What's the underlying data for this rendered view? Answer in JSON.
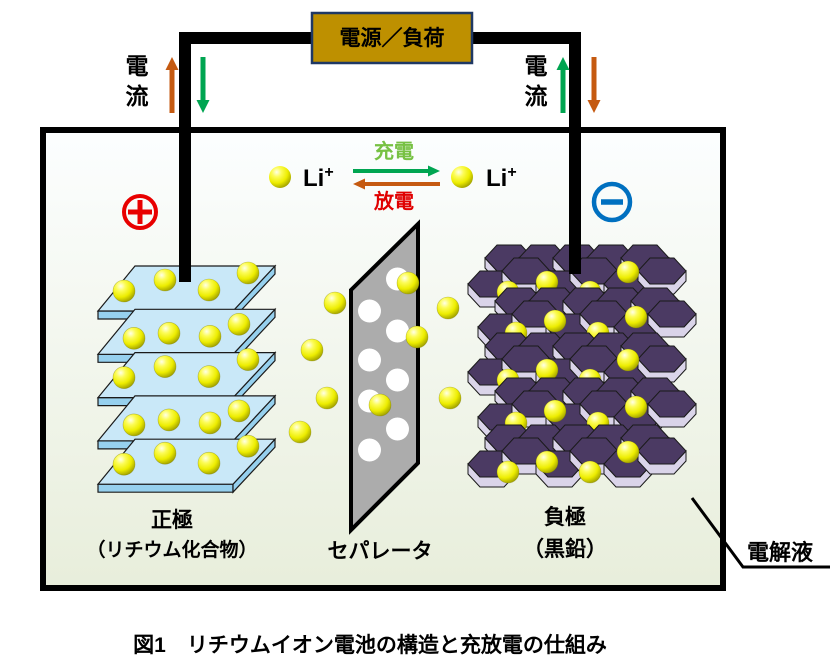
{
  "palette": {
    "wire": "#000000",
    "power_box_fill": "#BE9000",
    "power_box_border": "#1F3864",
    "charge_green": "#00A551",
    "charge_text_green": "#77C143",
    "discharge_orange": "#C55A11",
    "discharge_text_red": "#E00000",
    "plus_red": "#E80000",
    "minus_blue": "#0070C0",
    "plate_top": "#C9E8F8",
    "plate_side": "#96D0EE",
    "hex_top": "#4B3A63",
    "hex_side": "#DAD4E9",
    "separator_fill": "#ACACAC",
    "separator_hole": "#FFFFFF",
    "case_bg_top": "#FCFEFF",
    "case_bg_bottom": "#E8EEDB",
    "ion_yellow": "#F0F000"
  },
  "labels": {
    "power_box": "電源／負荷",
    "current": "電流",
    "charge": "充電",
    "discharge": "放電",
    "li": "Li",
    "plus_sign": "+",
    "cathode_line1": "正極",
    "cathode_line2": "（リチウム化合物）",
    "separator": "セパレータ",
    "anode_line1": "負極",
    "anode_line2": "（黒鉛）",
    "electrolyte": "電解液",
    "caption": "図1　リチウムイオン電池の構造と充放電の仕組み"
  }
}
